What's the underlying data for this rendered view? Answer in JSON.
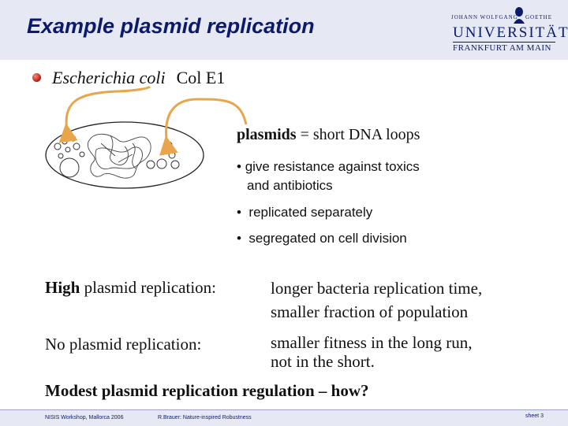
{
  "slide": {
    "title": "Example plasmid replication"
  },
  "logo": {
    "top_left": "JOHANN WOLFGANG",
    "top_right": "GOETHE",
    "name": "UNIVERSITÄT",
    "city": "FRANKFURT AM MAIN"
  },
  "organism": {
    "species": "Escherichia coli",
    "plasmid": "Col E1"
  },
  "plasmids": {
    "term": "plasmids",
    "definition": "= short DNA loops",
    "bullets": [
      {
        "line1": "give resistance against toxics",
        "line2": "and antibiotics"
      },
      {
        "line1": "replicated separately"
      },
      {
        "line1": "segregated on cell division"
      }
    ]
  },
  "cases": [
    {
      "bold": "High",
      "rest": " plasmid replication:",
      "effect_line1": "longer bacteria replication time,",
      "effect_line2": "smaller fraction of population"
    },
    {
      "bold": "No",
      "rest": " plasmid replication:",
      "effect_line1": "smaller fitness in the long run,",
      "effect_line2": "not in the short."
    }
  ],
  "question": "Modest plasmid replication regulation – how?",
  "footer": {
    "left": "NISIS Workshop, Mallorca 2006",
    "center": "R.Brauer: Nature-inspired Robustness",
    "right": "sheet 3"
  },
  "colors": {
    "title": "#0b1a6b",
    "header_bg": "#e6e9f3",
    "arrow": "#e8a54a",
    "bullet": "#b3170c"
  }
}
